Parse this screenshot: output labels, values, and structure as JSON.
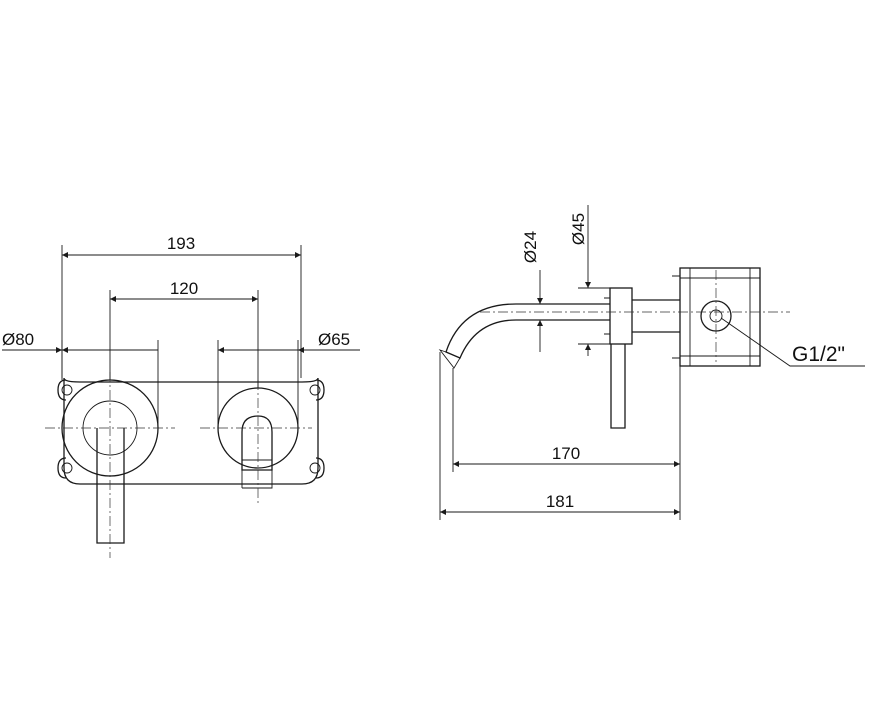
{
  "dimensions": {
    "overall_width": "193",
    "centers": "120",
    "diam_left": "Ø80",
    "diam_right": "Ø65",
    "diam_spout": "Ø24",
    "diam_flange": "Ø45",
    "thread": "G1/2\"",
    "spout_reach": "170",
    "total_depth": "181"
  }
}
